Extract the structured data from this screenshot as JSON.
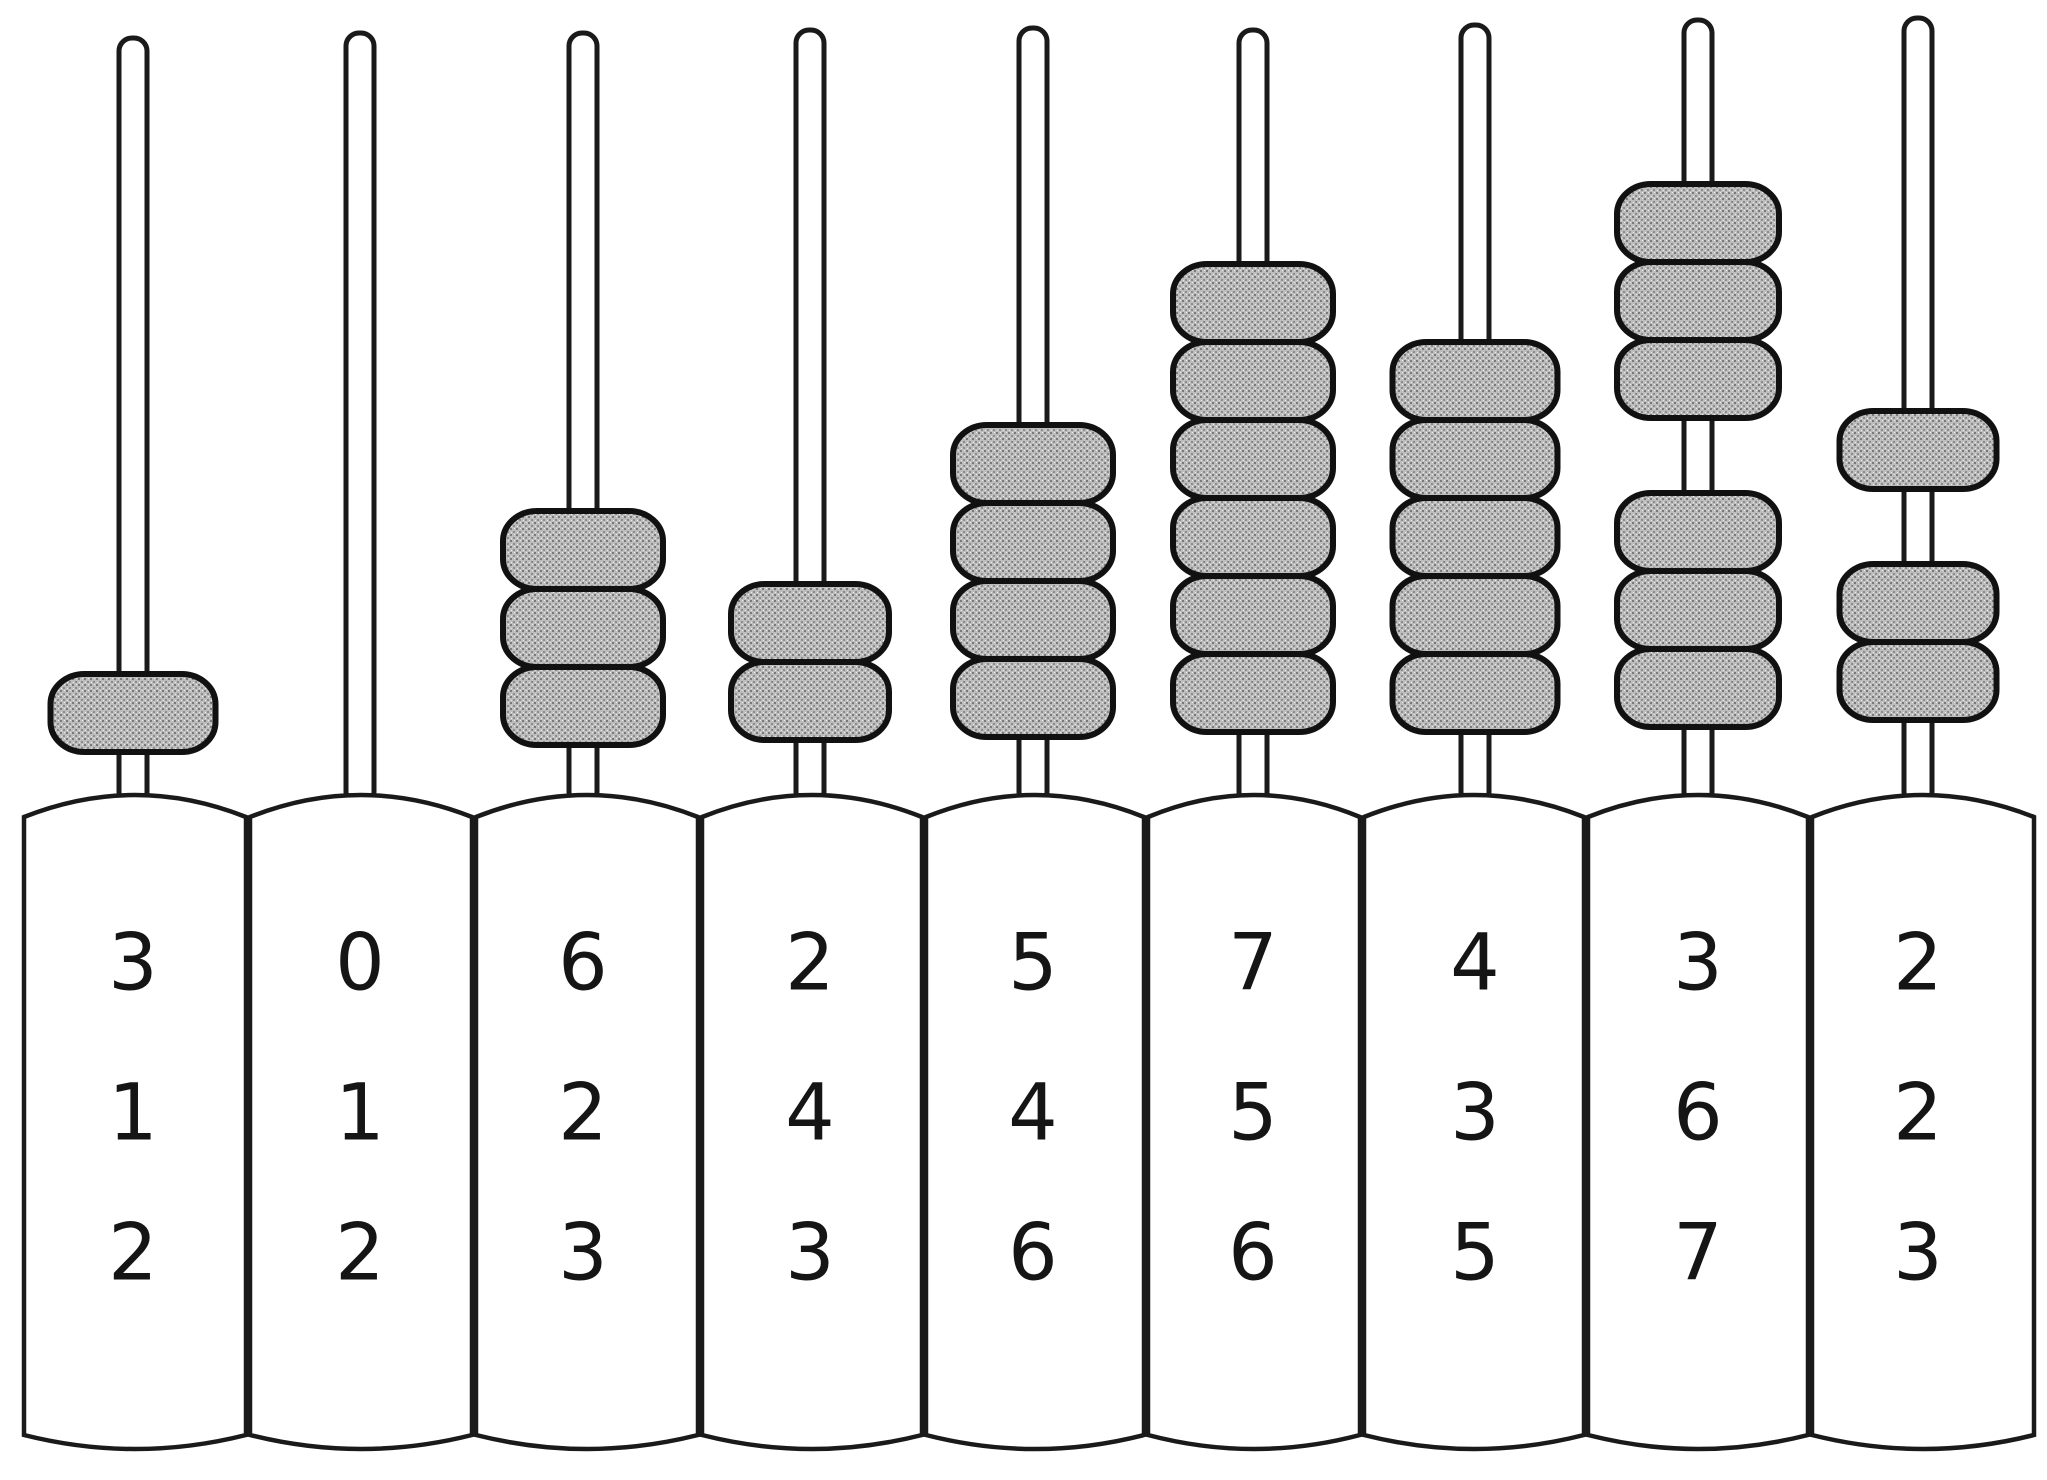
{
  "columns": [
    {
      "beads": [
        1
      ],
      "digits": [
        "3",
        "1",
        "2"
      ]
    },
    {
      "beads": [],
      "digits": [
        "0",
        "1",
        "2"
      ]
    },
    {
      "beads": [
        3
      ],
      "digits": [
        "6",
        "2",
        "3"
      ]
    },
    {
      "beads": [
        2
      ],
      "digits": [
        "2",
        "4",
        "3"
      ]
    },
    {
      "beads": [
        4
      ],
      "digits": [
        "5",
        "4",
        "6"
      ]
    },
    {
      "beads": [
        6
      ],
      "digits": [
        "7",
        "5",
        "6"
      ]
    },
    {
      "beads": [
        5
      ],
      "digits": [
        "4",
        "3",
        "5"
      ]
    },
    {
      "beads": [
        3,
        3
      ],
      "digits": [
        "3",
        "6",
        "7"
      ]
    },
    {
      "beads": [
        1,
        2
      ],
      "digits": [
        "2",
        "2",
        "3"
      ]
    }
  ]
}
